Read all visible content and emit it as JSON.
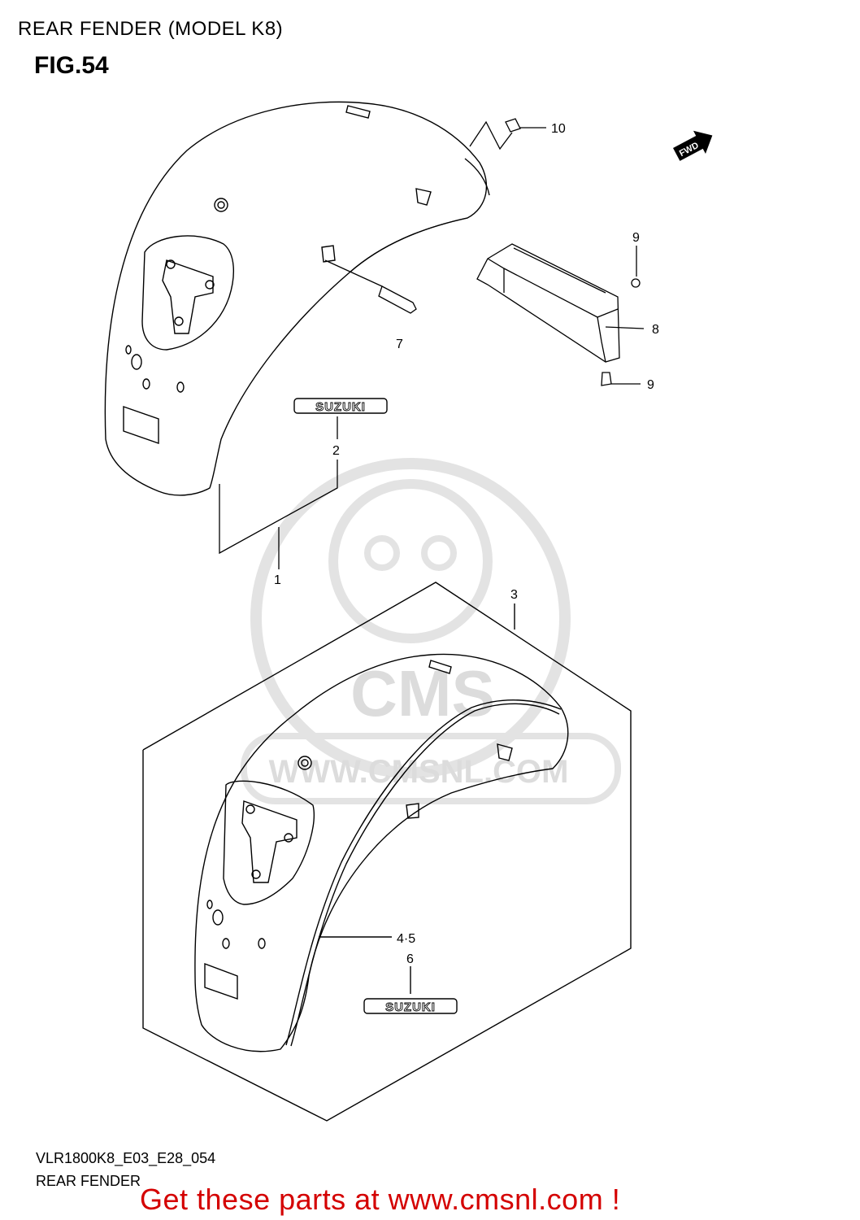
{
  "header": {
    "title": "REAR FENDER (MODEL K8)",
    "figure": "FIG.54"
  },
  "parts": {
    "p1": "1",
    "p2": "2",
    "p3": "3",
    "p45": "4·5",
    "p6": "6",
    "p7": "7",
    "p8": "8",
    "p9a": "9",
    "p9b": "9",
    "p10": "10"
  },
  "badges": {
    "brand_upper": "SUZUKI",
    "brand_lower": "SUZUKI",
    "direction": "FWD"
  },
  "watermark": {
    "logo": "CMS",
    "url": "WWW.CMSNL.COM"
  },
  "footer": {
    "code": "VLR1800K8_E03_E28_054",
    "name": "REAR FENDER",
    "cta": "Get these parts at www.cmsnl.com !"
  },
  "colors": {
    "cta": "#d40000",
    "line": "#000000",
    "watermark": "#dcdcdc"
  }
}
